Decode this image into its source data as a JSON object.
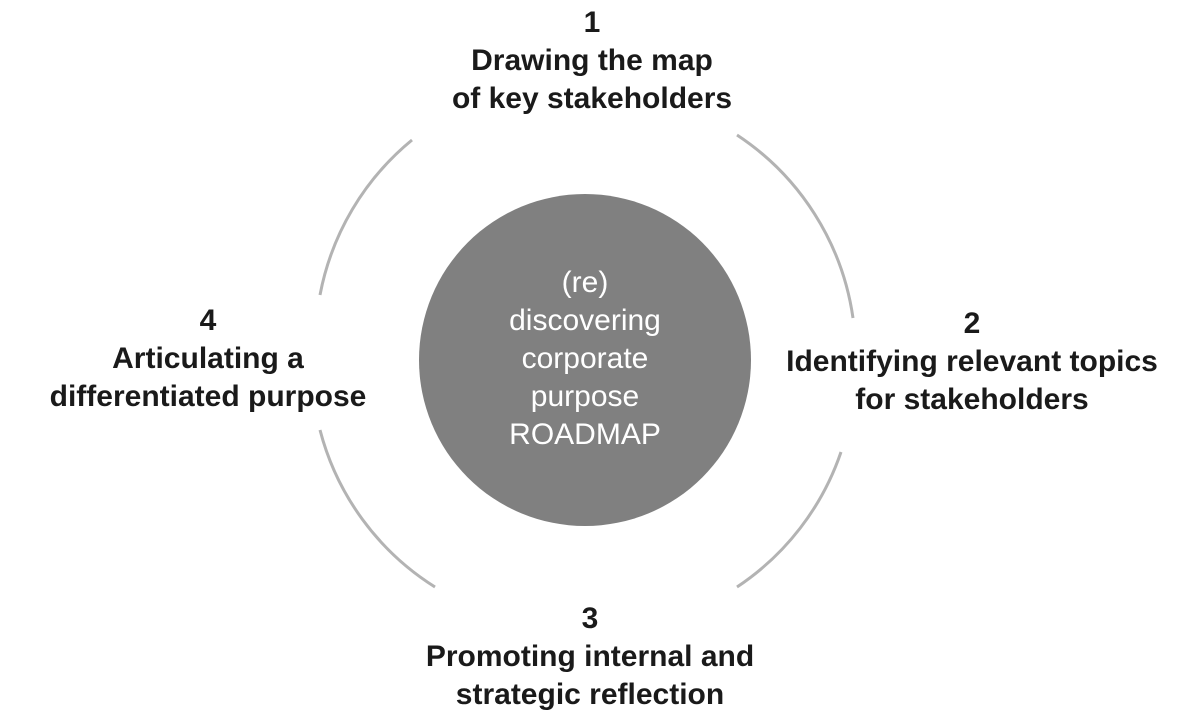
{
  "center": {
    "lines": [
      "(re)",
      "discovering",
      "corporate",
      "purpose",
      "ROADMAP"
    ]
  },
  "steps": [
    {
      "number": "1",
      "lines": [
        "Drawing the map",
        "of key stakeholders"
      ]
    },
    {
      "number": "2",
      "lines": [
        "Identifying relevant topics",
        "for stakeholders"
      ]
    },
    {
      "number": "3",
      "lines": [
        "Promoting internal and",
        "strategic reflection"
      ]
    },
    {
      "number": "4",
      "lines": [
        "Articulating a",
        "differentiated purpose"
      ]
    }
  ],
  "colors": {
    "ring": "#b3b3b3",
    "center_fill": "#808080",
    "center_text": "#ffffff",
    "step_text": "#1a1a1a"
  }
}
